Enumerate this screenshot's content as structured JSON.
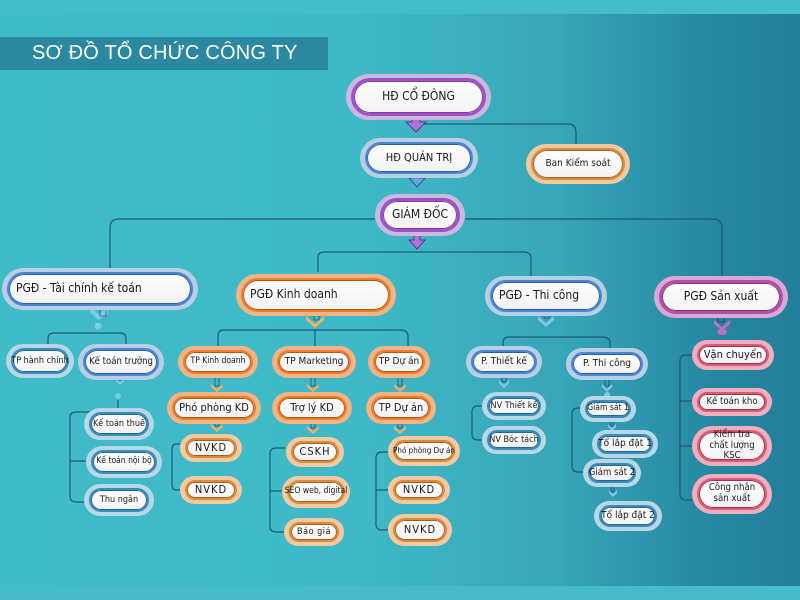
{
  "title": "SƠ ĐỒ TỔ CHỨC CÔNG TY",
  "colors": {
    "background_left": "#40bbc8",
    "background_right": "#227f9b",
    "title_bar": "#2a88a0",
    "connector": "#1f5a70",
    "purple": "#a050c8",
    "blue": "#4a86d2",
    "orange": "#e77f2c",
    "pink": "#d95a78"
  },
  "top": {
    "shareholders": "HĐ CỔ ĐÔNG",
    "board": "HĐ QUẢN TRỊ",
    "supervisory": "Ban Kiểm soát",
    "director": "GIÁM ĐỐC"
  },
  "divisions": {
    "finance": {
      "head": "PGĐ - Tài chính kế toán",
      "units": [
        "TP hành chính",
        "Kế toán trưởng"
      ],
      "chief_accountant_staff": [
        "Kế toán thuế",
        "Kế toán nội bộ",
        "Thu ngân"
      ]
    },
    "business": {
      "head": "PGĐ Kinh doanh",
      "sales": {
        "head": "TP Kinh doanh",
        "deputy": "Phó phòng KD",
        "staff": [
          "NVKD",
          "NVKD"
        ]
      },
      "marketing": {
        "head": "TP Marketing",
        "assistant": "Trợ lý KD",
        "staff": [
          "CSKH",
          "SEO web, digital",
          "Báo giá"
        ]
      },
      "projects": {
        "head": "TP Dự án",
        "manager": "TP Dự án",
        "staff": [
          "Phó phòng Dự án",
          "NVKD",
          "NVKD"
        ]
      }
    },
    "construction": {
      "head": "PGĐ - Thi công",
      "design": {
        "head": "P. Thiết kế",
        "staff": [
          "NV Thiết kế",
          "NV Bóc tách"
        ]
      },
      "build": {
        "head": "P. Thi công",
        "staff": [
          "Giám sát 1",
          "Tổ lắp đặt 1",
          "Giám sát 2",
          "Tổ lắp đặt 2"
        ]
      }
    },
    "production": {
      "head": "PGĐ Sản xuất",
      "staff": [
        "Vận chuyển",
        "Kế toán kho",
        "Kiểm tra chất lượng KSC",
        "Công nhân sản xuất"
      ]
    }
  }
}
